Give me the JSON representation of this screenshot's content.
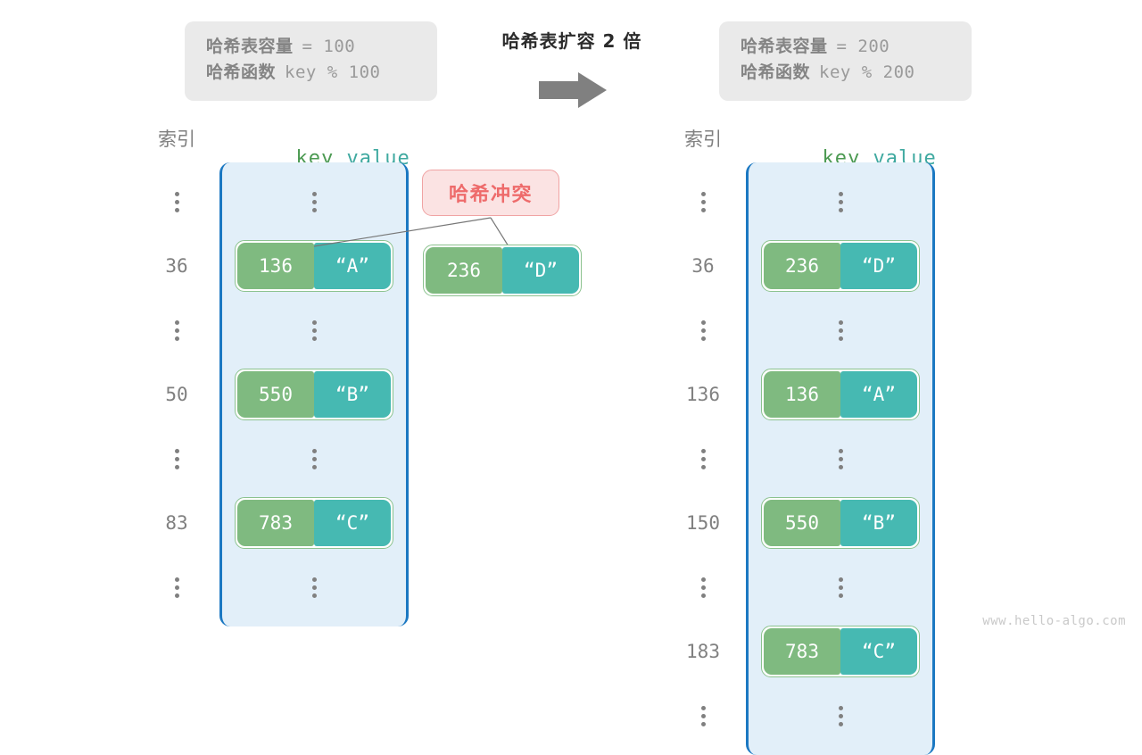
{
  "header": {
    "left_box": {
      "capacity_label": "哈希表容量",
      "capacity_value": "= 100",
      "function_label": "哈希函数",
      "function_value": "key % 100"
    },
    "right_box": {
      "capacity_label": "哈希表容量",
      "capacity_value": "= 200",
      "function_label": "哈希函数",
      "function_value": "key % 200"
    },
    "transform_caption": "哈希表扩容 2 倍",
    "arrow_icon": "right-arrow-icon",
    "arrow_color": "#808080"
  },
  "columns": {
    "index_header": "索引",
    "key_header": "key",
    "value_header": "value",
    "key_color": "#4C9A52",
    "value_color": "#3FA9A0"
  },
  "left_table": {
    "rows": [
      {
        "index": "",
        "ellipsis": true,
        "key": "",
        "value": ""
      },
      {
        "index": "36",
        "ellipsis": false,
        "key": "136",
        "value": "“A”"
      },
      {
        "index": "",
        "ellipsis": true,
        "key": "",
        "value": ""
      },
      {
        "index": "50",
        "ellipsis": false,
        "key": "550",
        "value": "“B”"
      },
      {
        "index": "",
        "ellipsis": true,
        "key": "",
        "value": ""
      },
      {
        "index": "83",
        "ellipsis": false,
        "key": "783",
        "value": "“C”"
      },
      {
        "index": "",
        "ellipsis": true,
        "key": "",
        "value": ""
      }
    ]
  },
  "right_table": {
    "rows": [
      {
        "index": "",
        "ellipsis": true,
        "key": "",
        "value": ""
      },
      {
        "index": "36",
        "ellipsis": false,
        "key": "236",
        "value": "“D”"
      },
      {
        "index": "",
        "ellipsis": true,
        "key": "",
        "value": ""
      },
      {
        "index": "136",
        "ellipsis": false,
        "key": "136",
        "value": "“A”"
      },
      {
        "index": "",
        "ellipsis": true,
        "key": "",
        "value": ""
      },
      {
        "index": "150",
        "ellipsis": false,
        "key": "550",
        "value": "“B”"
      },
      {
        "index": "",
        "ellipsis": true,
        "key": "",
        "value": ""
      },
      {
        "index": "183",
        "ellipsis": false,
        "key": "783",
        "value": "“C”"
      },
      {
        "index": "",
        "ellipsis": true,
        "key": "",
        "value": ""
      }
    ]
  },
  "collision": {
    "badge_label": "哈希冲突",
    "badge_text_color": "#EE6B6B",
    "badge_bg_color": "#FBE3E3",
    "pair_key": "236",
    "pair_value": "“D”"
  },
  "palette": {
    "key_cell": "#7FBA80",
    "value_cell": "#46B9B2",
    "bucket_fill": "#E2EFF9",
    "bucket_border": "#1B78C2",
    "info_box_bg": "#EAEAEA"
  },
  "watermark": "www.hello-algo.com"
}
